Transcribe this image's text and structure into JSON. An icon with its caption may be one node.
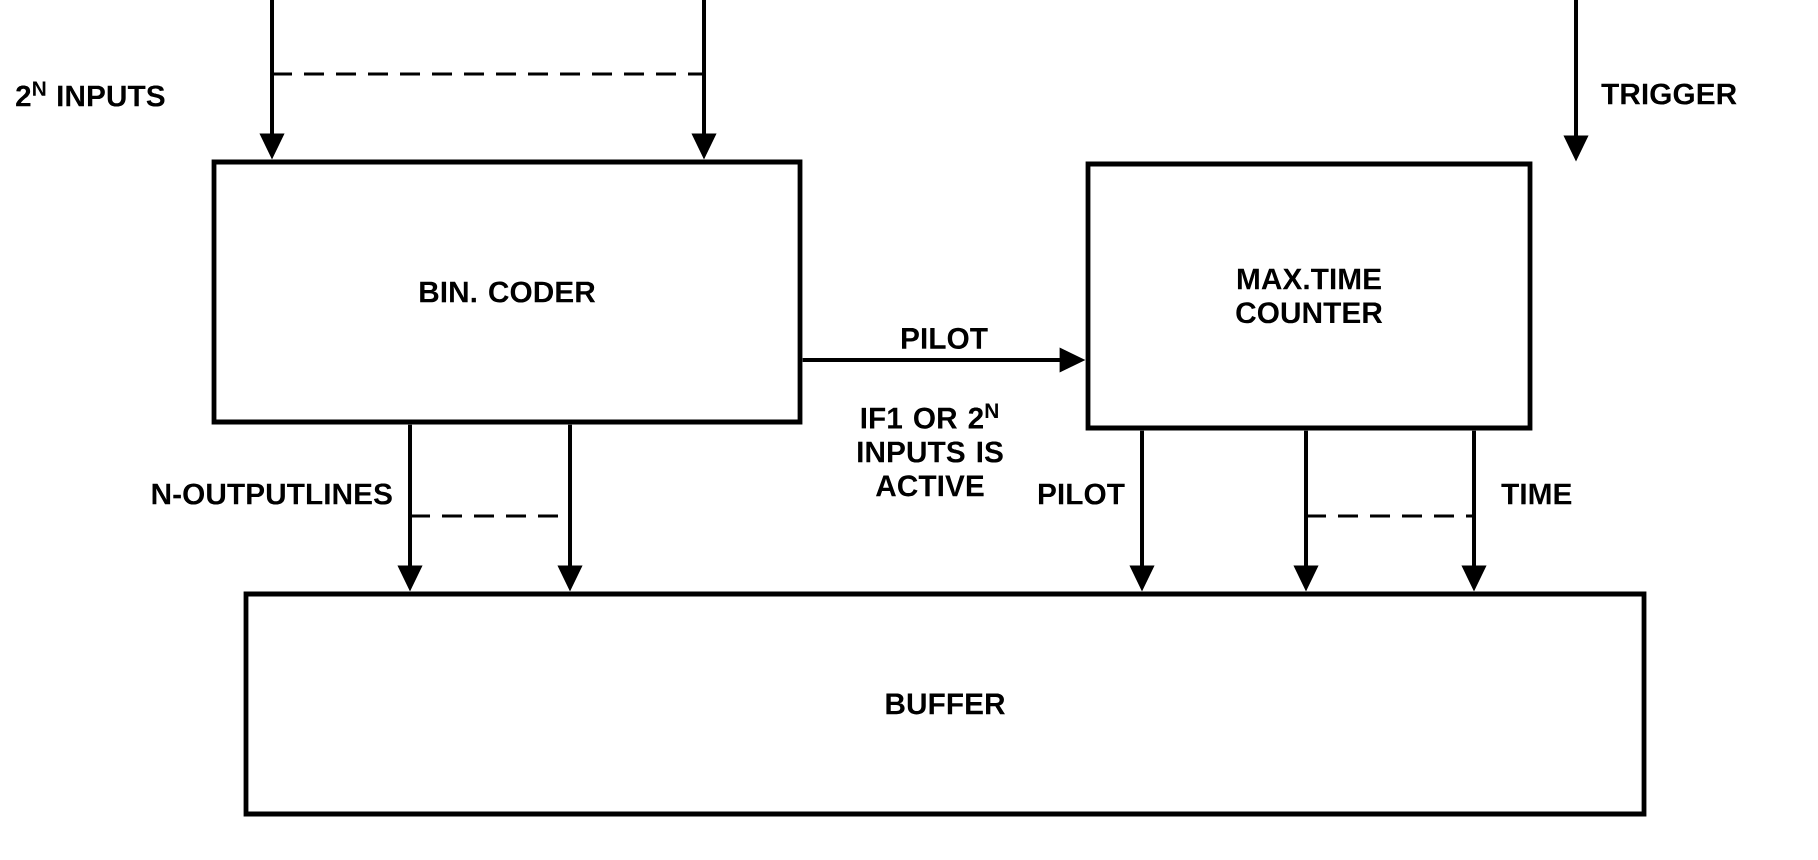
{
  "diagram": {
    "nodes": [
      {
        "text": [
          "BIN. CODER"
        ]
      },
      {
        "text": [
          "MAX.TIME COUNTER"
        ]
      },
      {
        "text": [
          "BUFFER"
        ]
      }
    ],
    "edges": [
      {
        "from": null,
        "to": 0,
        "arrow": "to"
      },
      {
        "from": null,
        "to": 0,
        "arrow": "to"
      },
      {
        "from": null,
        "to": 1,
        "arrow": "to"
      },
      {
        "from": 0,
        "to": 1,
        "arrow": "to",
        "label": "PILOT"
      },
      {
        "from": 0,
        "to": 2,
        "arrow": "to"
      },
      {
        "from": 0,
        "to": 2,
        "arrow": "to"
      },
      {
        "from": 1,
        "to": 2,
        "arrow": "to"
      },
      {
        "from": 1,
        "to": 2,
        "arrow": "to"
      },
      {
        "from": 1,
        "to": 2,
        "arrow": "to"
      }
    ],
    "labels": [
      "2$^{N}$ INPUTS",
      "TRIGGER",
      "IF1 OR 2$^{N}$ INPUTS IS ACTIVE",
      "N-OUTPUTLINES",
      "PILOT",
      "TIME"
    ]
  }
}
